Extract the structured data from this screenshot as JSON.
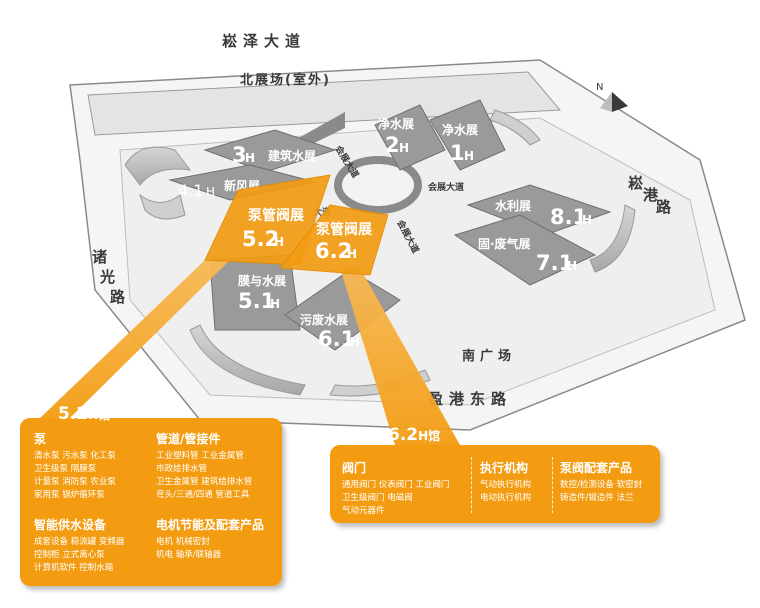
{
  "roads": {
    "north": "崧泽大道",
    "north_plaza": "北展场(室外)",
    "west": [
      "诸",
      "光",
      "路"
    ],
    "east": [
      "崧",
      "港",
      "路"
    ],
    "south_plaza": "南广场",
    "south": "盈港东路",
    "inner_1": "会展大道",
    "inner_2": "会展大道",
    "inner_3": "会展大道",
    "inner_4": "大道"
  },
  "compass": {
    "label": "N"
  },
  "halls": [
    {
      "id": "3h",
      "num": "3",
      "suffix": "H",
      "name": "建筑水展"
    },
    {
      "id": "2h",
      "num": "2",
      "suffix": "H",
      "name": "净水展"
    },
    {
      "id": "1h",
      "num": "1",
      "suffix": "H",
      "name": "净水展"
    },
    {
      "id": "4-1h",
      "num": "4.1",
      "suffix": "H",
      "name": "新风展"
    },
    {
      "id": "8-1h",
      "num": "8.1",
      "suffix": "H",
      "name": "水利展"
    },
    {
      "id": "7-1h",
      "num": "7.1",
      "suffix": "H",
      "name": "固·废气展"
    },
    {
      "id": "5-2h",
      "num": "5.2",
      "suffix": "H",
      "name": "泵管阀展"
    },
    {
      "id": "6-2h",
      "num": "6.2",
      "suffix": "H",
      "name": "泵管阀展"
    },
    {
      "id": "5-1h",
      "num": "5.1",
      "suffix": "H",
      "name": "膜与水展"
    },
    {
      "id": "6-1h",
      "num": "6.1",
      "suffix": "H",
      "name": "污废水展"
    }
  ],
  "panel_52": {
    "num": "5.2",
    "suffix": "H",
    "unit": "馆",
    "groups": [
      {
        "heading": "泵",
        "lines": [
          "清水泵 污水泵 化工泵",
          "卫生级泵 隔膜泵",
          "计量泵 消防泵 农业泵",
          "家用泵 锅炉循环泵"
        ]
      },
      {
        "heading": "管道/管接件",
        "lines": [
          "工业塑料管 工业金属管",
          "市政给排水管",
          "卫生金属管 建筑给排水管",
          "弯头/三通/四通 管道工具"
        ]
      },
      {
        "heading": "智能供水设备",
        "lines": [
          "成套设备 稳流罐 变频器",
          "控制柜 立式离心泵",
          "计算机软件 控制水箱"
        ]
      },
      {
        "heading": "电机节能及配套产品",
        "lines": [
          "电机 机械密封",
          "机电 轴承/联轴器"
        ]
      }
    ]
  },
  "panel_62": {
    "num": "6.2",
    "suffix": "H",
    "unit": "馆",
    "groups": [
      {
        "heading": "阀门",
        "lines": [
          "通用阀门 仪表阀门 工业阀门",
          "卫生级阀门 电磁阀",
          "气动元器件"
        ]
      },
      {
        "heading": "执行机构",
        "lines": [
          "气动执行机构",
          "电动执行机构"
        ]
      },
      {
        "heading": "泵阀配套产品",
        "lines": [
          "数控/检测设备 软密封",
          "铸造件/锻造件 法兰"
        ]
      }
    ]
  },
  "colors": {
    "orange": "#f39c12",
    "hall_gray": "#9a9a9a",
    "plaza_gray": "#e7e7e7",
    "outline": "#7a7a7a"
  }
}
